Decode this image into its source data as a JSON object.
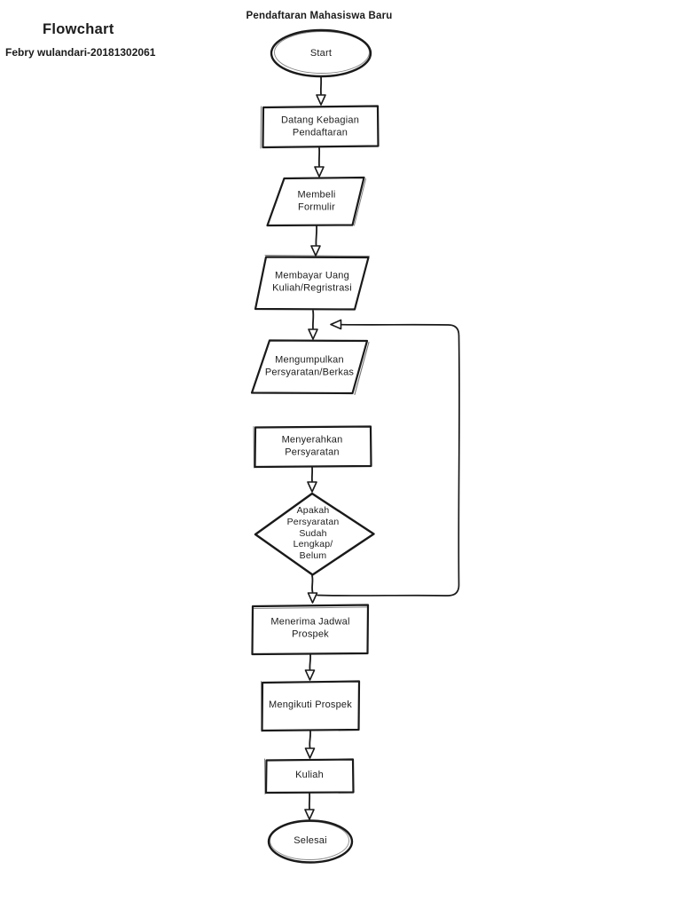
{
  "page": {
    "title": "Pendaftaran Mahasiswa Baru",
    "heading": "Flowchart",
    "author": "Febry wulandari-20181302061"
  },
  "colors": {
    "ink": "#1a1a1a",
    "paper": "#ffffff"
  },
  "flowchart": {
    "nodes": [
      {
        "id": "start",
        "type": "terminator",
        "label": "Start"
      },
      {
        "id": "datang-kebagian",
        "type": "process",
        "label": "Datang Kebagian\nPendaftaran"
      },
      {
        "id": "membeli-formulir",
        "type": "input-output",
        "label": "Membeli\nFormulir"
      },
      {
        "id": "membayar-uang",
        "type": "input-output",
        "label": "Membayar Uang\nKuliah/Regristrasi"
      },
      {
        "id": "mengumpulkan-berkas",
        "type": "input-output",
        "label": "Mengumpulkan\nPersyaratan/Berkas"
      },
      {
        "id": "menyerahkan-persyaratan",
        "type": "process",
        "label": "Menyerahkan\nPersyaratan"
      },
      {
        "id": "cek-kelengkapan",
        "type": "decision",
        "label": "Apakah\nPersyaratan\nSudah\nLengkap/\nBelum"
      },
      {
        "id": "menerima-jadwal",
        "type": "process",
        "label": "Menerima Jadwal\nProspek"
      },
      {
        "id": "mengikuti-prospek",
        "type": "process",
        "label": "Mengikuti Prospek"
      },
      {
        "id": "kuliah",
        "type": "process",
        "label": "Kuliah"
      },
      {
        "id": "selesai",
        "type": "terminator",
        "label": "Selesai"
      }
    ],
    "edges": [
      {
        "from": "start",
        "to": "datang-kebagian"
      },
      {
        "from": "datang-kebagian",
        "to": "membeli-formulir"
      },
      {
        "from": "membeli-formulir",
        "to": "membayar-uang"
      },
      {
        "from": "membayar-uang",
        "to": "mengumpulkan-berkas"
      },
      {
        "from": "mengumpulkan-berkas",
        "to": "menyerahkan-persyaratan"
      },
      {
        "from": "menyerahkan-persyaratan",
        "to": "cek-kelengkapan"
      },
      {
        "from": "cek-kelengkapan",
        "to": "menerima-jadwal"
      },
      {
        "from": "cek-kelengkapan",
        "to": "mengumpulkan-berkas",
        "note": "loop-back"
      },
      {
        "from": "menerima-jadwal",
        "to": "mengikuti-prospek"
      },
      {
        "from": "mengikuti-prospek",
        "to": "kuliah"
      },
      {
        "from": "kuliah",
        "to": "selesai"
      }
    ]
  }
}
